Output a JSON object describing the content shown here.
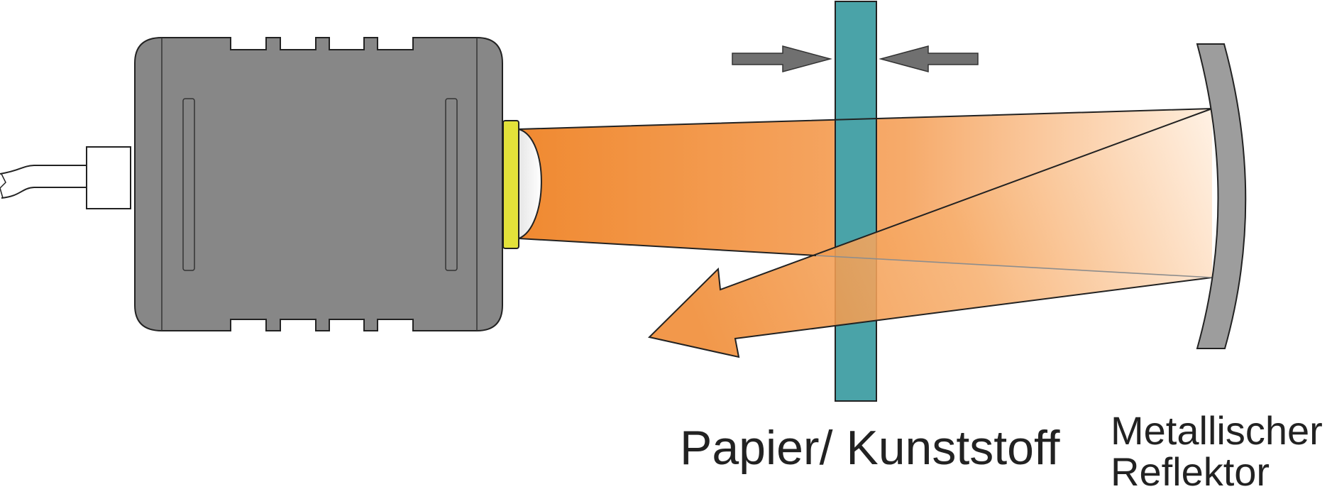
{
  "labels": {
    "material": "Papier/ Kunststoff",
    "reflector_line1": "Metallischer",
    "reflector_line2": "Reflektor"
  },
  "colors": {
    "sensor_body": "#878787",
    "lens_ring": "#e3e23a",
    "beam": "#f08a32",
    "material_strip": "#4aa3a8",
    "reflector": "#9d9d9d",
    "arrows": "#707070",
    "text": "#222222"
  },
  "icons": {
    "sensor": "sensor-housing-icon",
    "reflector": "curved-mirror-icon",
    "material": "material-strip-icon",
    "arrows": "compression-arrows-icon"
  }
}
